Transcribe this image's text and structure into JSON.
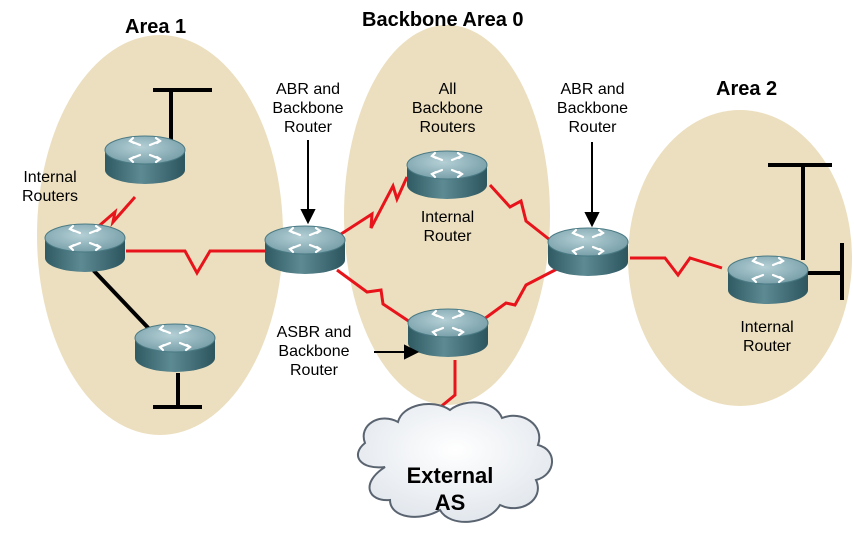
{
  "areas": {
    "area1": "Area 1",
    "backbone": "Backbone Area 0",
    "area2": "Area 2"
  },
  "labels": {
    "internal_routers_area1": "Internal\nRouters",
    "abr_left": "ABR and\nBackbone\nRouter",
    "all_backbone": "All\nBackbone\nRouters",
    "abr_right": "ABR and\nBackbone\nRouter",
    "internal_router_backbone": "Internal\nRouter",
    "asbr": "ASBR and\nBackbone\nRouter",
    "internal_router_area2": "Internal\nRouter"
  },
  "external": {
    "label": "External\nAS"
  },
  "colors": {
    "area_fill": "#ecdfbf",
    "router_top": "#8fb3bb",
    "router_side": "#3f6f79",
    "serial_link": "#e8141b",
    "ethernet_link": "#000000"
  }
}
